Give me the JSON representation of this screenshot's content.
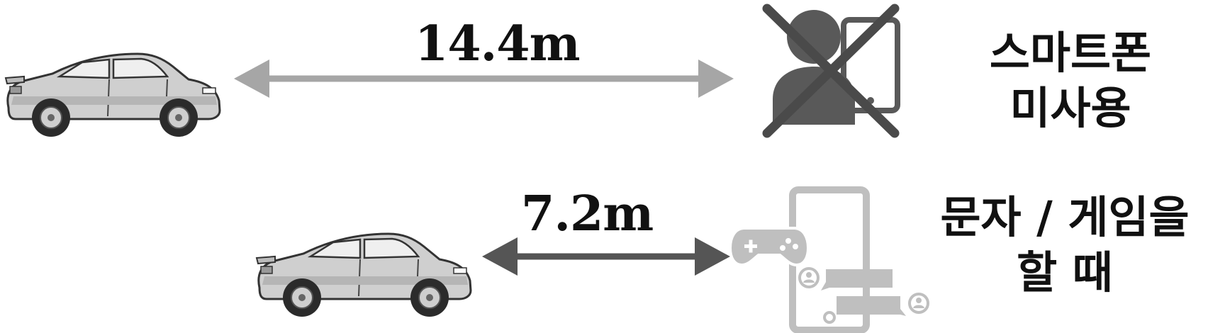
{
  "scenario_no_phone": {
    "distance_label": "14.4m",
    "caption_line1": "스마트폰",
    "caption_line2": "미사용",
    "icon": "person-with-phone-crossed-out-icon"
  },
  "scenario_texting": {
    "distance_label": "7.2m",
    "caption_line1": "문자 / 게임을",
    "caption_line2": "할 때",
    "icon": "smartphone-game-chat-icon"
  },
  "colors": {
    "arrow_light": "#a6a6a6",
    "arrow_dark": "#555555",
    "icon_dark": "#595959",
    "icon_light": "#bfbfbf",
    "text": "#111111"
  }
}
